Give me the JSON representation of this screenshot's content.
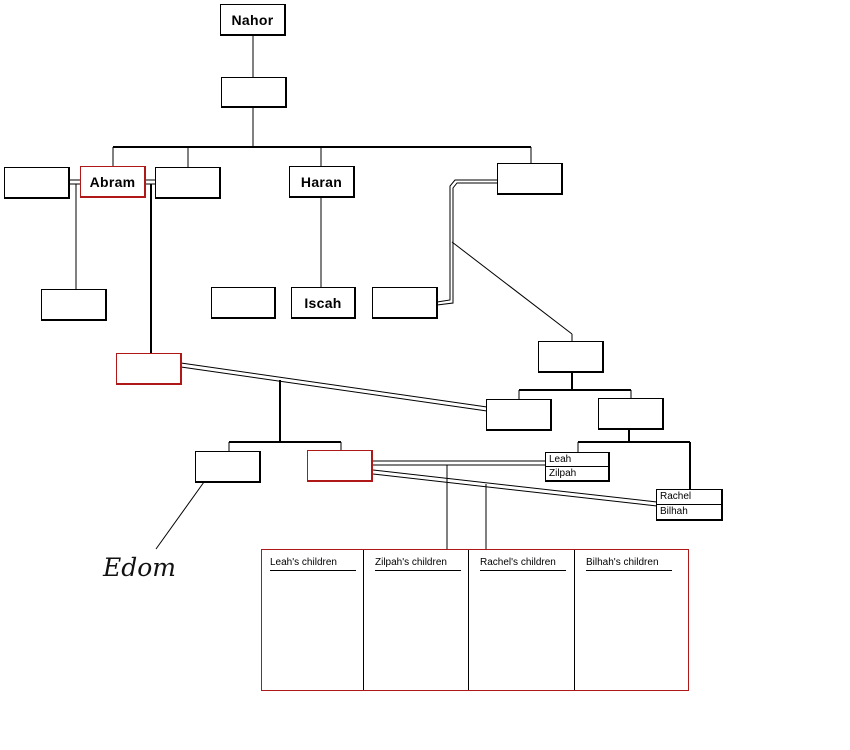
{
  "diagram": {
    "people": {
      "nahor": "Nahor",
      "abram": "Abram",
      "haran": "Haran",
      "iscah": "Iscah"
    },
    "wives_group_a": [
      "Leah",
      "Zilpah"
    ],
    "wives_group_b": [
      "Rachel",
      "Bilhah"
    ],
    "children_table": {
      "columns": [
        "Leah's children",
        "Zilpah's children",
        "Rachel's children",
        "Bilhah's children"
      ]
    },
    "annotation": "Edom",
    "colors": {
      "line": "#000000",
      "highlight": "#b01818"
    }
  }
}
